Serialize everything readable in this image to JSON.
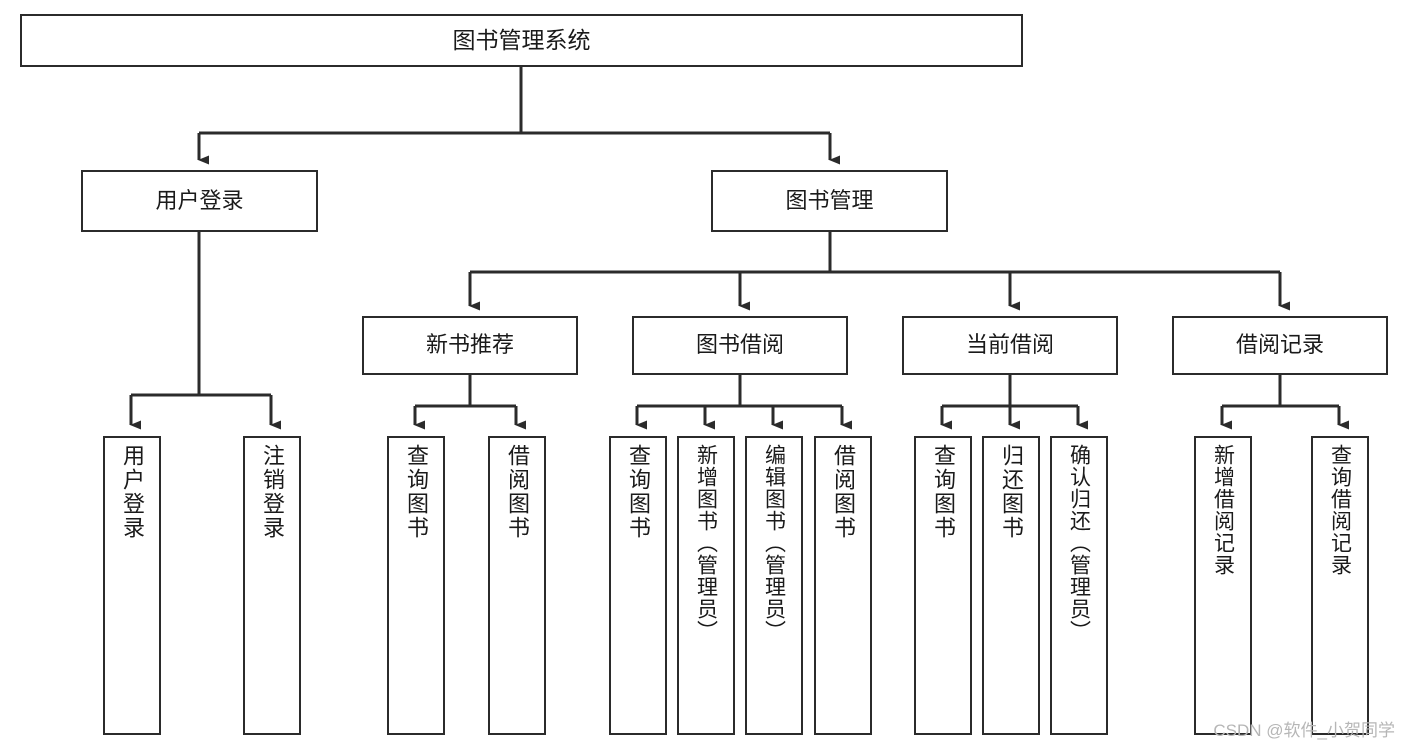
{
  "diagram": {
    "type": "hierarchy-tree",
    "title": "图书管理系统",
    "watermark": "CSDN @软件_小贺同学",
    "colors": {
      "box_border": "#2b2b2b",
      "box_fill": "#ffffff",
      "connector": "#2b2b2b",
      "text": "#1a1a1a",
      "watermark": "#b6b6b6"
    },
    "levels": {
      "root": {
        "label": "图书管理系统"
      },
      "level2": [
        {
          "label": "用户登录"
        },
        {
          "label": "图书管理"
        }
      ],
      "level3": [
        {
          "label": "新书推荐"
        },
        {
          "label": "图书借阅"
        },
        {
          "label": "当前借阅"
        },
        {
          "label": "借阅记录"
        }
      ],
      "leaves": [
        {
          "label": "用户登录",
          "parent": "用户登录"
        },
        {
          "label": "注销登录",
          "parent": "用户登录"
        },
        {
          "label": "查询图书",
          "parent": "新书推荐"
        },
        {
          "label": "借阅图书",
          "parent": "新书推荐"
        },
        {
          "label": "查询图书",
          "parent": "图书借阅"
        },
        {
          "label": "新增图书（管理员）",
          "parent": "图书借阅"
        },
        {
          "label": "编辑图书（管理员）",
          "parent": "图书借阅"
        },
        {
          "label": "借阅图书",
          "parent": "图书借阅"
        },
        {
          "label": "查询图书",
          "parent": "当前借阅"
        },
        {
          "label": "归还图书",
          "parent": "当前借阅"
        },
        {
          "label": "确认归还（管理员）",
          "parent": "当前借阅"
        },
        {
          "label": "新增借阅记录",
          "parent": "借阅记录"
        },
        {
          "label": "查询借阅记录",
          "parent": "借阅记录"
        }
      ]
    }
  }
}
